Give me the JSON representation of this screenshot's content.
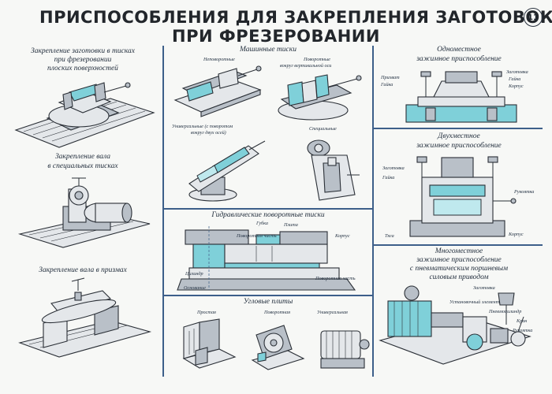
{
  "title": {
    "line1": "ПРИСПОСОБЛЕНИЯ ДЛЯ ЗАКРЕПЛЕНИЯ ЗАГОТОВОК",
    "line2": "ПРИ ФРЕЗЕРОВАНИИ"
  },
  "sheet_number": "11",
  "left": {
    "flat_heading": [
      "Закрепление заготовки в тисках",
      "при фрезеровании",
      "плоских поверхностей"
    ],
    "shaft_heading": [
      "Закрепление вала",
      "в специальных тисках"
    ],
    "prism_heading": "Закрепление вала в призмах"
  },
  "middle": {
    "machine_vise_heading": "Машинные тиски",
    "labels": {
      "fixed": "Неповоротные",
      "rotary": [
        "Поворотные",
        "вокруг вертикальной оси"
      ],
      "universal": [
        "Универсальные (с поворотом",
        "вокруг двух осей)"
      ],
      "special": "Специальные"
    },
    "hydraulic_heading": "Гидравлические поворотные тиски",
    "hydraulic_labels": [
      "Губка",
      "Плита",
      "Поворотная часть",
      "Корпус",
      "Цилиндр",
      "Основание",
      "Поворотная часть"
    ],
    "angle_heading": "Угловые плиты",
    "angle_labels": {
      "simple": "Простая",
      "rotary": "Поворотная",
      "universal": "Универсальная"
    }
  },
  "right": {
    "single_heading": [
      "Одноместное",
      "зажимное приспособление"
    ],
    "single_labels": [
      "Прихват",
      "Гайка",
      "Заготовка",
      "Гайка",
      "Корпус"
    ],
    "double_heading": [
      "Двухместное",
      "зажимное приспособление"
    ],
    "double_labels": [
      "Заготовка",
      "Гайка",
      "Рукоятка",
      "Тяга",
      "Корпус"
    ],
    "multi_heading": [
      "Многоместное",
      "зажимное приспособление",
      "с пневматическим поршневым",
      "силовым приводом"
    ],
    "multi_labels": [
      "Заготовка",
      "Установочный элемент",
      "Пневмоцилиндр",
      "Кран",
      "Рукоятка"
    ]
  }
}
